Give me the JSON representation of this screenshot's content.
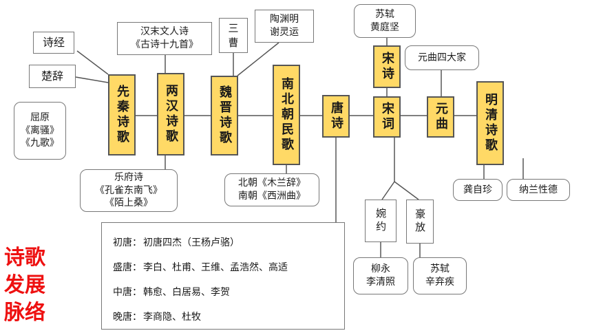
{
  "title_lines": [
    "诗歌",
    "发展",
    "脉络"
  ],
  "eras": {
    "xianqin": "先秦诗歌",
    "lianghan": "两汉诗歌",
    "weijin": "魏晋诗歌",
    "nanbeichao": "南北朝民歌",
    "tang": "唐诗",
    "songci": "宋词",
    "songshi": "宋诗",
    "yuanqu": "元曲",
    "mingqing": "明清诗歌"
  },
  "notes": {
    "shijing": "诗经",
    "chuci": "楚辞",
    "quyuan": [
      "屈原",
      "《离骚》",
      "《九歌》"
    ],
    "hanmo": [
      "汉末文人诗",
      "《古诗十九首》"
    ],
    "yuefu": [
      "乐府诗",
      "《孔雀东南飞》",
      "《陌上桑》"
    ],
    "sancao": [
      "三",
      "曹"
    ],
    "tao_xie": [
      "陶渊明",
      "谢灵运"
    ],
    "beichao_nanchao": [
      "北朝《木兰辞》",
      "南朝《西洲曲》"
    ],
    "su_huang": [
      "苏轼",
      "黄庭坚"
    ],
    "yuanqu_four": "元曲四大家",
    "wanyue": "婉约",
    "haofang": "豪放",
    "liu_li": [
      "柳永",
      "李清照"
    ],
    "su_xin": [
      "苏轼",
      "辛弃疾"
    ],
    "gong": "龚自珍",
    "nalan": "纳兰性德"
  },
  "tang_periods": [
    {
      "period": "初唐：",
      "poets": "初唐四杰（王杨卢骆）"
    },
    {
      "period": "盛唐：",
      "poets": "李白、杜甫、王维、孟浩然、高适"
    },
    {
      "period": "中唐：",
      "poets": "韩愈、白居易、李贺"
    },
    {
      "period": "晚唐：",
      "poets": "李商隐、杜牧"
    }
  ],
  "colors": {
    "era_fill": "#ffd966",
    "title": "#ee1111",
    "line": "#555555"
  }
}
